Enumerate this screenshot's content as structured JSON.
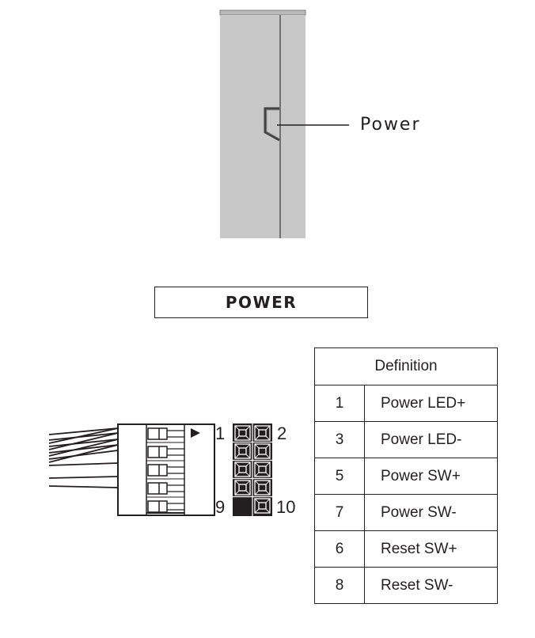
{
  "case_view": {
    "callout_label": "Power",
    "colors": {
      "panel": "#c8c8c8",
      "panel_edge": "#8a8a8a",
      "line": "#231f20"
    }
  },
  "section_title": "POWER",
  "connector": {
    "pin_labels": {
      "top_left": "1",
      "top_right": "2",
      "bottom_left": "9",
      "bottom_right": "10"
    },
    "rows": 5,
    "cols": 2,
    "blocked_pin": "9"
  },
  "definition_table": {
    "header": "Definition",
    "rows": [
      {
        "pin": "1",
        "signal": "Power LED+"
      },
      {
        "pin": "3",
        "signal": "Power LED-"
      },
      {
        "pin": "5",
        "signal": "Power SW+"
      },
      {
        "pin": "7",
        "signal": "Power SW-"
      },
      {
        "pin": "6",
        "signal": "Reset SW+"
      },
      {
        "pin": "8",
        "signal": "Reset SW-"
      }
    ]
  }
}
